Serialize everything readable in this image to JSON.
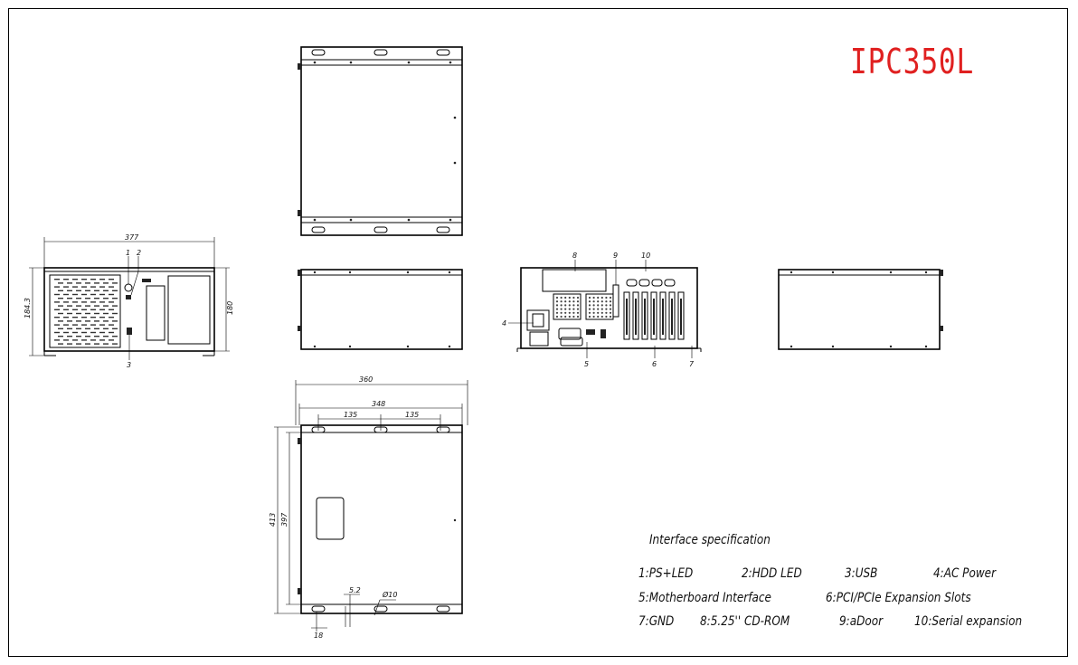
{
  "title": "IPC350L",
  "spec": {
    "heading": "Interface specification",
    "rows": [
      [
        "1:PS+LED",
        "2:HDD LED",
        "3:USB",
        "4:AC Power"
      ],
      [
        "5:Motherboard Interface",
        "6:PCI/PCIe Expansion Slots"
      ],
      [
        "7:GND",
        "8:5.25'' CD-ROM",
        "9:aDoor",
        "10:Serial expansion"
      ]
    ]
  },
  "front_view": {
    "width_dim": "377",
    "height_dim_left": "184.3",
    "height_dim_right": "180",
    "callouts": [
      "1",
      "2",
      "3"
    ]
  },
  "rear_view": {
    "callouts": [
      "8",
      "9",
      "10",
      "4",
      "5",
      "6",
      "7"
    ]
  },
  "bottom_view": {
    "width_outer": "360",
    "width_inner": "348",
    "span_left": "135",
    "span_right": "135",
    "depth_outer": "413",
    "depth_inner": "397",
    "hole_offset": "5.2",
    "hole_dia": "Ø10",
    "edge_offset": "18"
  }
}
